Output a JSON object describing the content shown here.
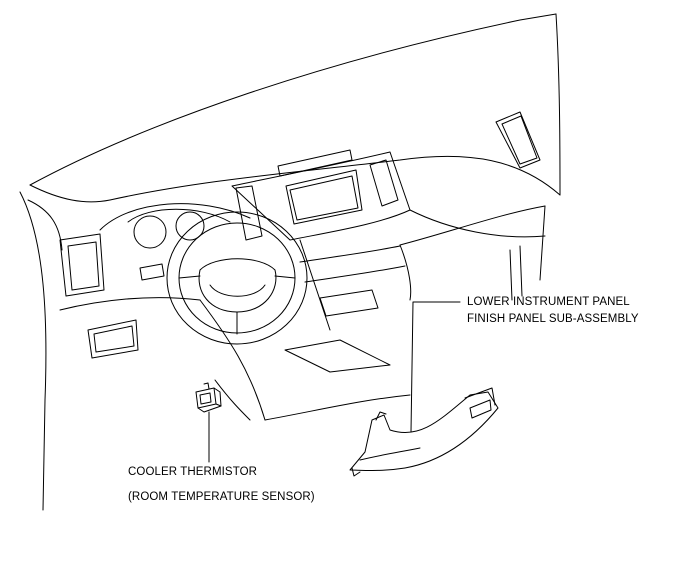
{
  "callouts": {
    "lower_panel_line1": "LOWER INSTRUMENT PANEL",
    "lower_panel_line2": "FINISH PANEL SUB-ASSEMBLY",
    "thermistor_line1": "COOLER THERMISTOR",
    "thermistor_line2": "(ROOM TEMPERATURE SENSOR)"
  },
  "colors": {
    "ink": "#000000",
    "background": "#ffffff"
  }
}
